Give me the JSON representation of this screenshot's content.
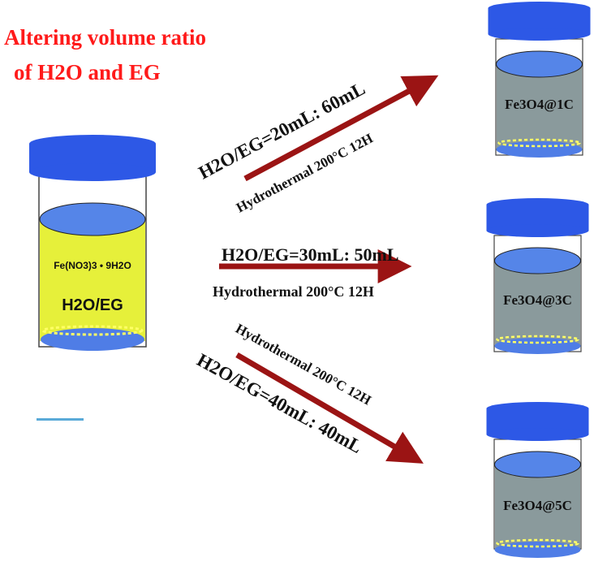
{
  "title": {
    "line1": "Altering volume ratio",
    "line2": "of H2O and EG",
    "color": "#ff1a1a"
  },
  "source": {
    "reagent": "Fe(NO3)3 • 9H2O",
    "solvent": "H2O/EG",
    "liquid_color": "#e6f03a"
  },
  "routes": [
    {
      "ratio": "H2O/EG=20mL: 60mL",
      "condition": "Hydrothermal 200°C 12H",
      "product": "Fe3O4@1C"
    },
    {
      "ratio": "H2O/EG=30mL: 50mL",
      "condition": "Hydrothermal 200°C 12H",
      "product": "Fe3O4@3C"
    },
    {
      "ratio": "H2O/EG=40mL: 40mL",
      "condition": "Hydrothermal 200°C 12H",
      "product": "Fe3O4@5C"
    }
  ],
  "colors": {
    "cap": "#2d58e6",
    "liquid_top": "#5585e8",
    "product_liquid": "#8a9a9c",
    "arrow": "#9b1414",
    "bottom_dash": "#ffff66"
  }
}
